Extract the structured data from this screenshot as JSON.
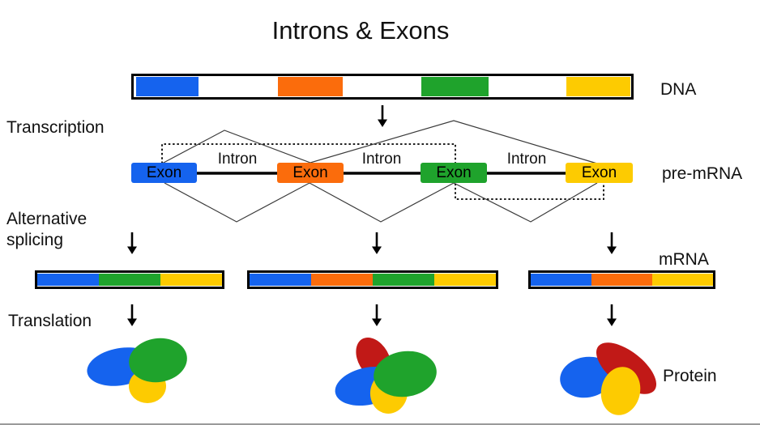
{
  "title": "Introns & Exons",
  "labels": {
    "dna": "DNA",
    "pre_mrna": "pre-mRNA",
    "mrna": "mRNA",
    "protein": "Protein",
    "transcription": "Transcription",
    "alternative_splicing": "Alternative splicing",
    "translation": "Translation",
    "exon": "Exon",
    "intron": "Intron"
  },
  "colors": {
    "blue": "#1563EE",
    "orange": "#FB6C0C",
    "green": "#1FA32C",
    "yellow": "#FDCB01",
    "red": "#C11917",
    "line": "#000000"
  },
  "dna_bar": {
    "segments": [
      "blue",
      "orange",
      "green",
      "yellow"
    ]
  },
  "pre_mrna": {
    "exons": [
      "blue",
      "orange",
      "green",
      "yellow"
    ],
    "intron_count": 3
  },
  "mrna_variants": [
    {
      "segments": [
        "blue",
        "green",
        "yellow"
      ]
    },
    {
      "segments": [
        "blue",
        "orange",
        "green",
        "yellow"
      ]
    },
    {
      "segments": [
        "blue",
        "orange",
        "yellow"
      ]
    }
  ],
  "proteins": [
    {
      "subunits": [
        "blue",
        "yellow",
        "green"
      ]
    },
    {
      "subunits": [
        "red",
        "blue",
        "yellow",
        "green"
      ]
    },
    {
      "subunits": [
        "blue",
        "red",
        "yellow"
      ]
    }
  ]
}
